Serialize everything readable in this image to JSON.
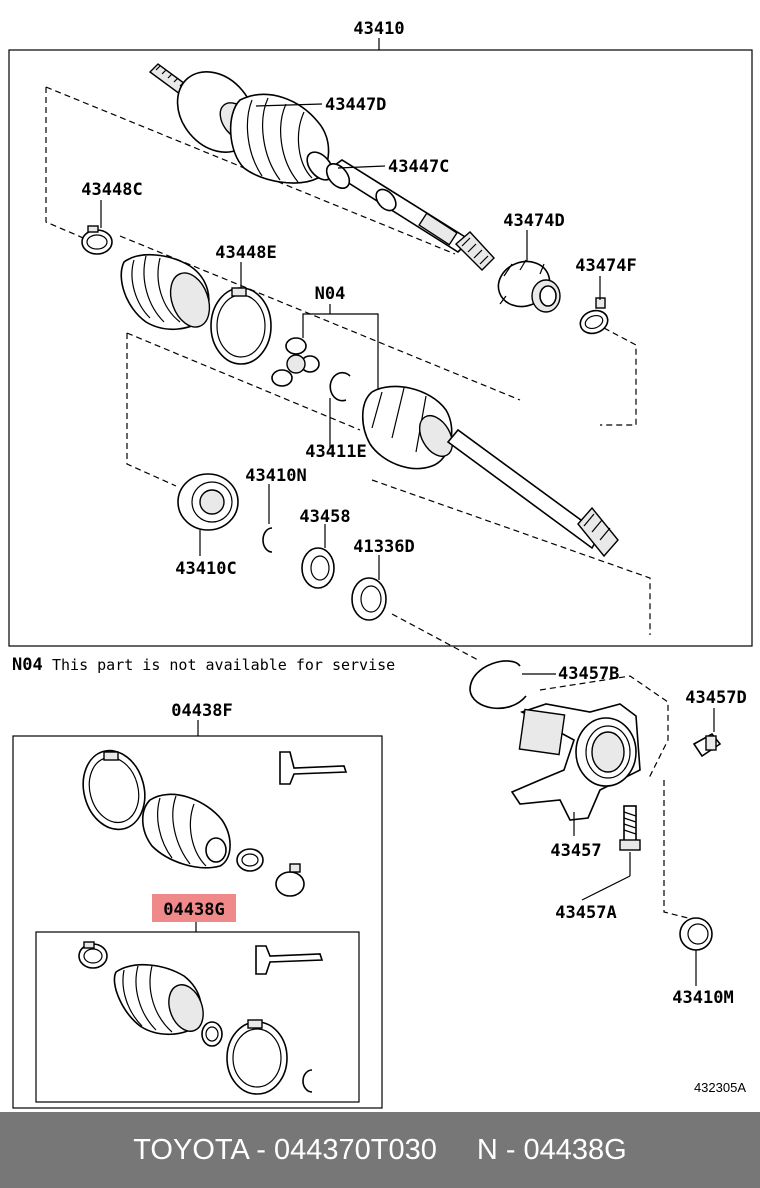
{
  "labels": {
    "drive_shaft_assy": "43410",
    "boot_outer": "43447D",
    "boot_inner_c": "43447C",
    "clamp_48c": "43448C",
    "clamp_48e": "43448E",
    "damper_74d": "43474D",
    "clamp_74f": "43474F",
    "note_code_label": "N04",
    "snap_ring_11e": "43411E",
    "ring_10n": "43410N",
    "seal_58": "43458",
    "seal_36d": "41336D",
    "bearing_10c": "43410C",
    "snap_ring_57b": "43457B",
    "bolt_57d": "43457D",
    "bracket_57": "43457",
    "bolt_57a": "43457A",
    "bearing_10m": "43410M",
    "kit_outer": "04438F",
    "kit_inner": "04438G",
    "drawing_ref": "432305A"
  },
  "note": {
    "code": "N04",
    "text": "This part is not available for servise"
  },
  "footer": {
    "part_number": "TOYOTA - 044370T030",
    "code": "N - 04438G"
  },
  "colors": {
    "highlight": "#f08a8a",
    "footer_bg": "#777777"
  }
}
